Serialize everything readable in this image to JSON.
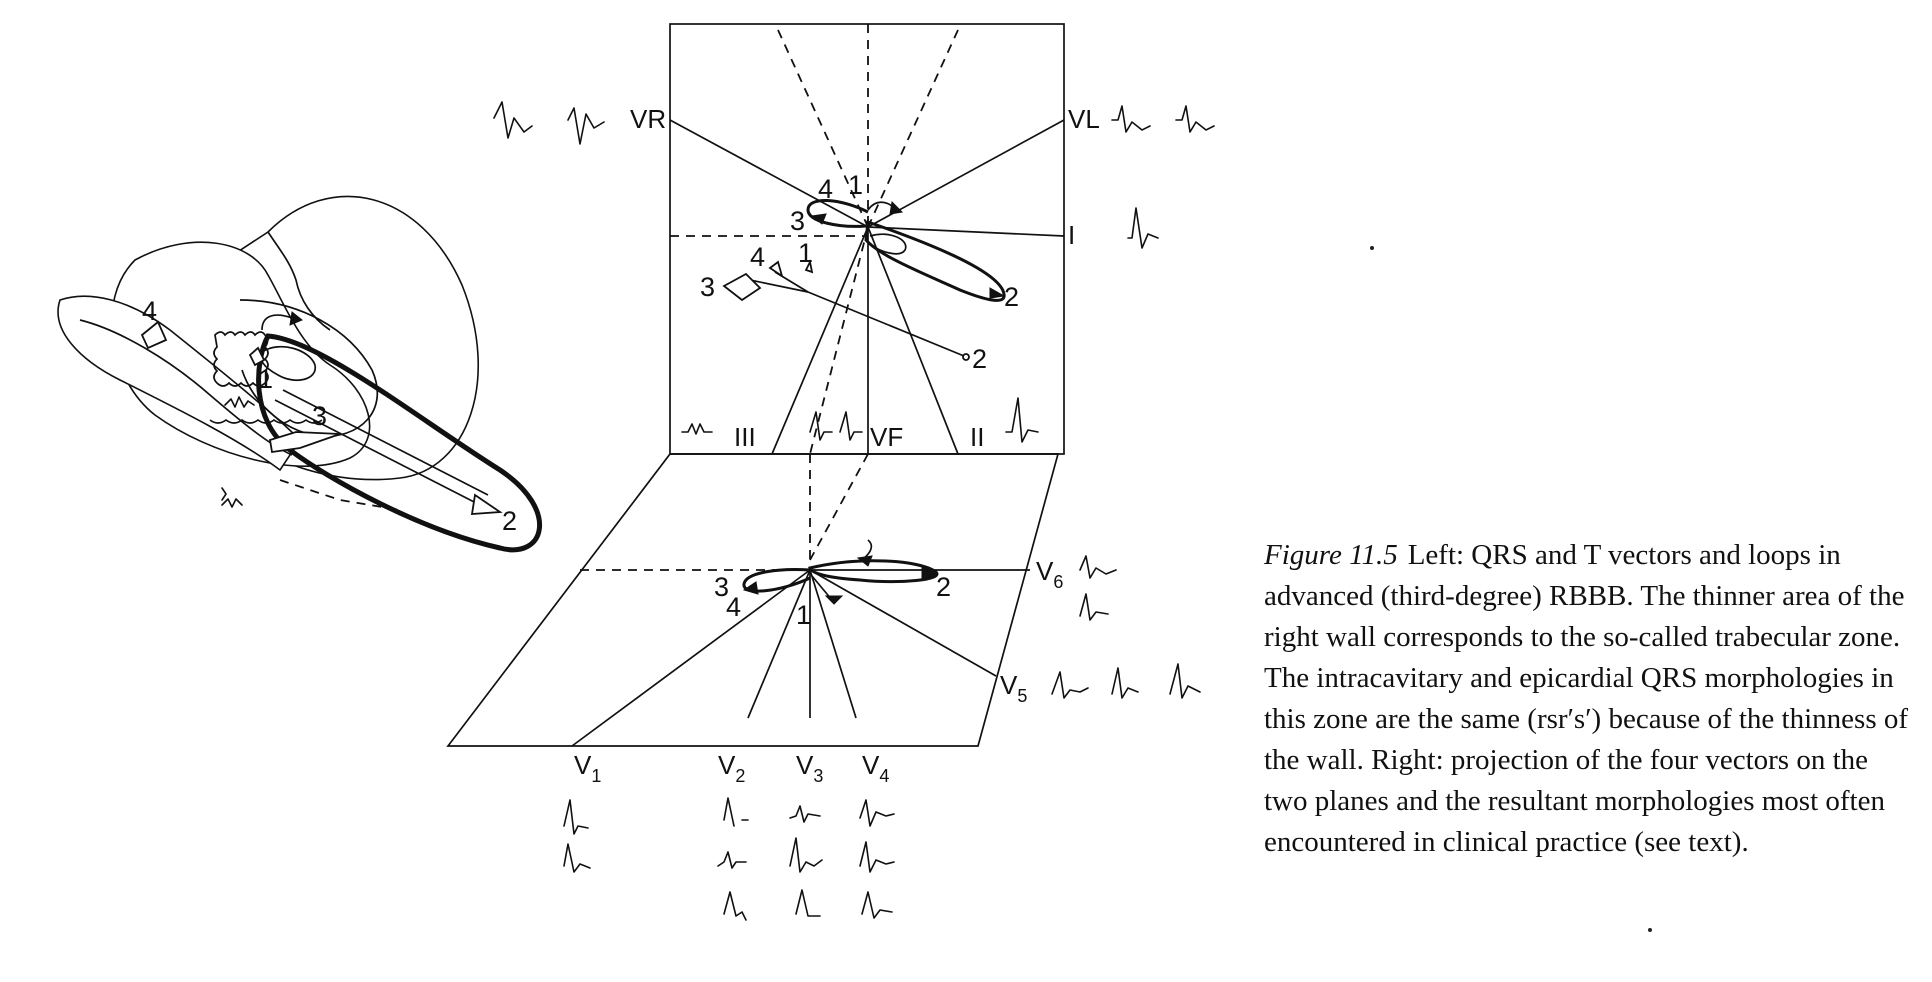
{
  "figure": {
    "leads": {
      "VR": "VR",
      "VL": "VL",
      "I": "I",
      "II": "II",
      "III": "III",
      "VF": "VF",
      "V1_base": "V",
      "V1_sub": "1",
      "V2_base": "V",
      "V2_sub": "2",
      "V3_base": "V",
      "V3_sub": "3",
      "V4_base": "V",
      "V4_sub": "4",
      "V5_base": "V",
      "V5_sub": "5",
      "V6_base": "V",
      "V6_sub": "6"
    },
    "vector_numbers": {
      "one": "1",
      "two": "2",
      "three": "3",
      "four": "4"
    }
  },
  "caption": {
    "label": "Figure 11.5",
    "text": "Left: QRS and T vectors and loops in advanced (third-degree) RBBB. The thinner area of the right wall corresponds to the so-called trabecular zone. The intracavitary and epicardial QRS morphologies in this zone are the same (rsr′s′) because of the thinness of the wall. Right: projection of the four vectors on the two planes and the resultant morphologies most often encountered in clinical practice (see text)."
  }
}
